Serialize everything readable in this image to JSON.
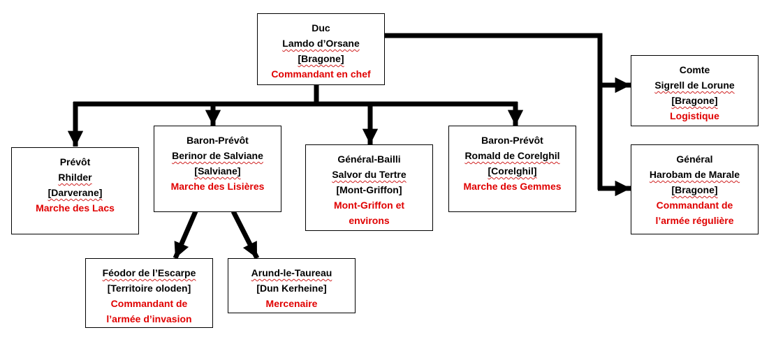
{
  "diagram": {
    "title_color": "#000000",
    "role_color": "#e00000",
    "nodes": {
      "duc": {
        "title": "Duc",
        "name": "Lamdo d’Orsane",
        "realm": "[Bragone]",
        "role": "Commandant en chef"
      },
      "comte": {
        "title": "Comte",
        "name": "Sigrell de Lorune",
        "realm": "[Bragone]",
        "role": "Logistique"
      },
      "general": {
        "title": "Général",
        "name": "Harobam de Marale",
        "realm": "[Bragone]",
        "role_line1": "Commandant de",
        "role_line2": "l’armée régulière"
      },
      "prevot": {
        "title": "Prévôt",
        "name": "Rhilder",
        "realm": "[Darverane]",
        "role": "Marche des Lacs"
      },
      "baron_salviane": {
        "title": "Baron-Prévôt",
        "name": "Berinor de Salviane",
        "realm": "[Salviane]",
        "role": "Marche des Lisières"
      },
      "general_bailli": {
        "title": "Général-Bailli",
        "name": "Salvor du Tertre",
        "realm": "[Mont-Griffon]",
        "role_line1": "Mont-Griffon et",
        "role_line2": "environs"
      },
      "baron_corelghil": {
        "title": "Baron-Prévôt",
        "name": "Romald de Corelghil",
        "realm": "[Corelghil]",
        "role": "Marche des Gemmes"
      },
      "feodor": {
        "name": "Féodor de l’Escarpe",
        "realm": "[Territoire oloden]",
        "role_line1": "Commandant de",
        "role_line2": "l’armée d’invasion"
      },
      "arund": {
        "name": "Arund-le-Taureau",
        "realm": "[Dun Kerheine]",
        "role": "Mercenaire"
      }
    },
    "edges": [
      {
        "from": "duc",
        "to": "comte"
      },
      {
        "from": "duc",
        "to": "general"
      },
      {
        "from": "duc",
        "to": "prevot"
      },
      {
        "from": "duc",
        "to": "baron_salviane"
      },
      {
        "from": "duc",
        "to": "general_bailli"
      },
      {
        "from": "duc",
        "to": "baron_corelghil"
      },
      {
        "from": "baron_salviane",
        "to": "feodor"
      },
      {
        "from": "baron_salviane",
        "to": "arund"
      }
    ]
  }
}
